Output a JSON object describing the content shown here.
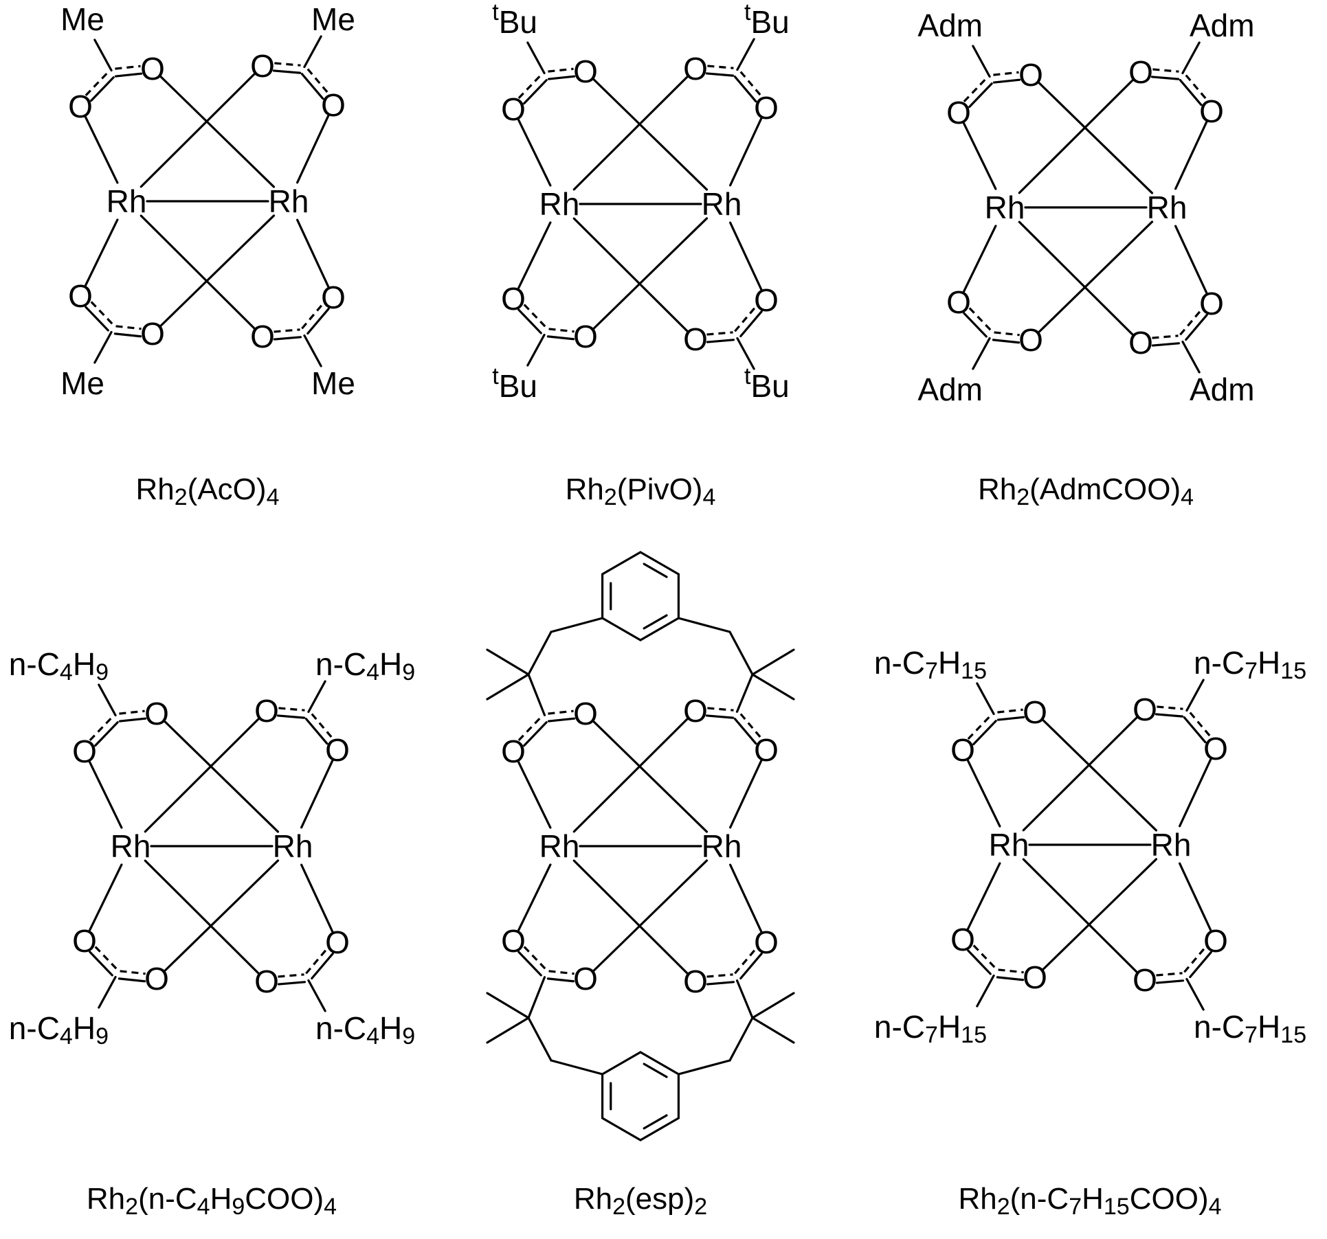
{
  "atoms": {
    "rhodium": "Rh",
    "oxygen": "O"
  },
  "structures": [
    {
      "id": "rh2-aco4",
      "caption": [
        [
          "Rh",
          ""
        ],
        [
          "2",
          "sub"
        ],
        [
          "(AcO)",
          ""
        ],
        [
          "4",
          "sub"
        ]
      ],
      "substituents": {
        "tl": [
          [
            "Me",
            ""
          ]
        ],
        "tr": [
          [
            "Me",
            ""
          ]
        ],
        "bl": [
          [
            "Me",
            ""
          ]
        ],
        "br": [
          [
            "Me",
            ""
          ]
        ]
      }
    },
    {
      "id": "rh2-pivo4",
      "caption": [
        [
          "Rh",
          ""
        ],
        [
          "2",
          "sub"
        ],
        [
          "(PivO)",
          ""
        ],
        [
          "4",
          "sub"
        ]
      ],
      "substituents": {
        "tl": [
          [
            "t",
            "sup"
          ],
          [
            "Bu",
            ""
          ]
        ],
        "tr": [
          [
            "t",
            "sup"
          ],
          [
            "Bu",
            ""
          ]
        ],
        "bl": [
          [
            "t",
            "sup"
          ],
          [
            "Bu",
            ""
          ]
        ],
        "br": [
          [
            "t",
            "sup"
          ],
          [
            "Bu",
            ""
          ]
        ]
      }
    },
    {
      "id": "rh2-admcoo4",
      "caption": [
        [
          "Rh",
          ""
        ],
        [
          "2",
          "sub"
        ],
        [
          "(AdmCOO)",
          ""
        ],
        [
          "4",
          "sub"
        ]
      ],
      "substituents": {
        "tl": [
          [
            "Adm",
            ""
          ]
        ],
        "tr": [
          [
            "Adm",
            ""
          ]
        ],
        "bl": [
          [
            "Adm",
            ""
          ]
        ],
        "br": [
          [
            "Adm",
            ""
          ]
        ]
      }
    },
    {
      "id": "rh2-n-c4h9coo4",
      "caption": [
        [
          "Rh",
          ""
        ],
        [
          "2",
          "sub"
        ],
        [
          "(n-C",
          ""
        ],
        [
          "4",
          "sub"
        ],
        [
          "H",
          ""
        ],
        [
          "9",
          "sub"
        ],
        [
          "COO)",
          ""
        ],
        [
          "4",
          "sub"
        ]
      ],
      "substituents": {
        "tl": [
          [
            "n-C",
            ""
          ],
          [
            "4",
            "sub"
          ],
          [
            "H",
            ""
          ],
          [
            "9",
            "sub"
          ]
        ],
        "tr": [
          [
            "n-C",
            ""
          ],
          [
            "4",
            "sub"
          ],
          [
            "H",
            ""
          ],
          [
            "9",
            "sub"
          ]
        ],
        "bl": [
          [
            "n-C",
            ""
          ],
          [
            "4",
            "sub"
          ],
          [
            "H",
            ""
          ],
          [
            "9",
            "sub"
          ]
        ],
        "br": [
          [
            "n-C",
            ""
          ],
          [
            "4",
            "sub"
          ],
          [
            "H",
            ""
          ],
          [
            "9",
            "sub"
          ]
        ]
      }
    },
    {
      "id": "rh2-esp2",
      "caption": [
        [
          "Rh",
          ""
        ],
        [
          "2",
          "sub"
        ],
        [
          "(esp)",
          ""
        ],
        [
          "2",
          "sub"
        ]
      ],
      "substituents": null
    },
    {
      "id": "rh2-n-c7h15coo4",
      "caption": [
        [
          "Rh",
          ""
        ],
        [
          "2",
          "sub"
        ],
        [
          "(n-C",
          ""
        ],
        [
          "7",
          "sub"
        ],
        [
          "H",
          ""
        ],
        [
          "15",
          "sub"
        ],
        [
          "COO)",
          ""
        ],
        [
          "4",
          "sub"
        ]
      ],
      "substituents": {
        "tl": [
          [
            "n-C",
            ""
          ],
          [
            "7",
            "sub"
          ],
          [
            "H",
            ""
          ],
          [
            "15",
            "sub"
          ]
        ],
        "tr": [
          [
            "n-C",
            ""
          ],
          [
            "7",
            "sub"
          ],
          [
            "H",
            ""
          ],
          [
            "15",
            "sub"
          ]
        ],
        "bl": [
          [
            "n-C",
            ""
          ],
          [
            "7",
            "sub"
          ],
          [
            "H",
            ""
          ],
          [
            "15",
            "sub"
          ]
        ],
        "br": [
          [
            "n-C",
            ""
          ],
          [
            "7",
            "sub"
          ],
          [
            "H",
            ""
          ],
          [
            "15",
            "sub"
          ]
        ]
      }
    }
  ]
}
